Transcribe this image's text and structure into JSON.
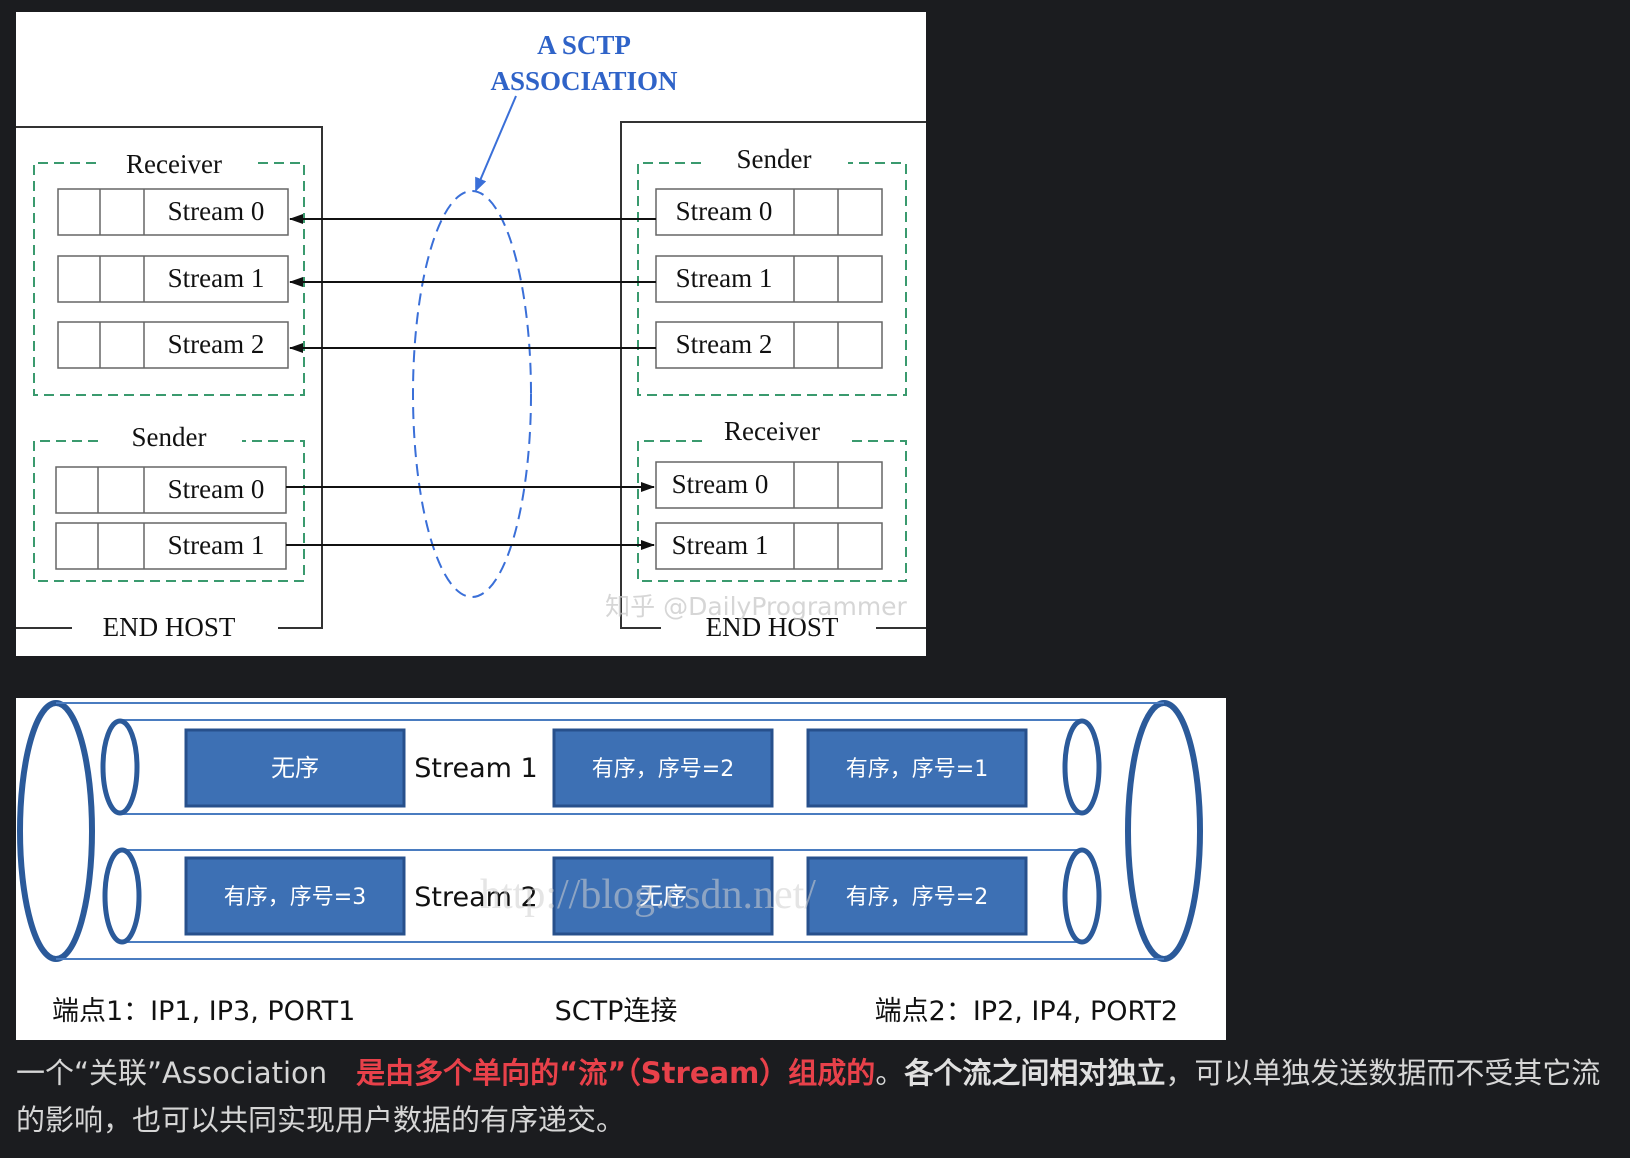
{
  "figure1": {
    "title_line1": "A SCTP",
    "title_line2": "ASSOCIATION",
    "left_host": {
      "label": "END HOST",
      "receiver": {
        "label": "Receiver",
        "streams": [
          "Stream 0",
          "Stream 1",
          "Stream 2"
        ]
      },
      "sender": {
        "label": "Sender",
        "streams": [
          "Stream 0",
          "Stream 1"
        ]
      }
    },
    "right_host": {
      "label": "END HOST",
      "sender": {
        "label": "Sender",
        "streams": [
          "Stream 0",
          "Stream 1",
          "Stream 2"
        ]
      },
      "receiver": {
        "label": "Receiver",
        "streams": [
          "Stream 0",
          "Stream 1"
        ]
      }
    },
    "watermark": "知乎 @DailyProgrammer",
    "colors": {
      "dashed": "#3a9a6e",
      "association": "#3a6fd8",
      "title": "#2f63c8"
    }
  },
  "figure2": {
    "stream1": {
      "label": "Stream 1",
      "boxes": [
        "无序",
        "有序，序号=2",
        "有序，序号=1"
      ]
    },
    "stream2": {
      "label": "Stream 2",
      "boxes": [
        "有序，序号=3",
        "无序",
        "有序，序号=2"
      ]
    },
    "endpoint1": "端点1：IP1, IP3, PORT1",
    "connection": "SCTP连接",
    "endpoint2": "端点2：IP2, IP4, PORT2",
    "watermark": "http://blog.csdn.net/",
    "colors": {
      "box": "#3d70b4",
      "box_border": "#27508c",
      "pipe": "#2b5a9a"
    }
  },
  "caption": {
    "part1": "一个“关联”Association　",
    "part2_red": "是由多个单向的“流”（Stream）组成的",
    "part3": "。",
    "part4_bold": "各个流之间相对独立",
    "part5": "，可以单独发送数据而不受其它流的影响，也可以共同实现用户数据的有序递交。"
  }
}
